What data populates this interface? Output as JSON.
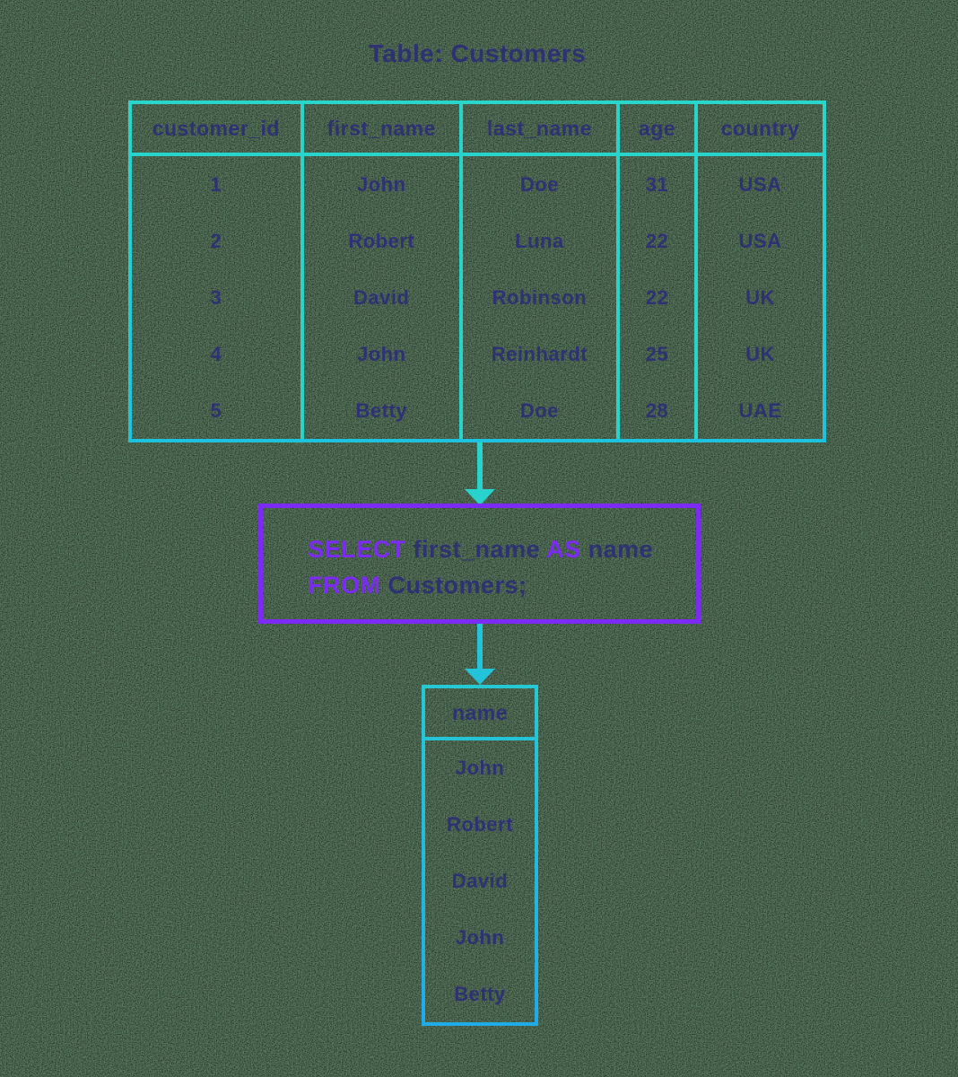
{
  "title": "Table: Customers",
  "customers_table": {
    "columns": [
      "customer_id",
      "first_name",
      "last_name",
      "age",
      "country"
    ],
    "rows": [
      [
        "1",
        "John",
        "Doe",
        "31",
        "USA"
      ],
      [
        "2",
        "Robert",
        "Luna",
        "22",
        "USA"
      ],
      [
        "3",
        "David",
        "Robinson",
        "22",
        "UK"
      ],
      [
        "4",
        "John",
        "Reinhardt",
        "25",
        "UK"
      ],
      [
        "5",
        "Betty",
        "Doe",
        "28",
        "UAE"
      ]
    ]
  },
  "query": {
    "select_kw": "SELECT",
    "select_col": "first_name",
    "as_kw": "AS",
    "alias": "name",
    "from_kw": "FROM",
    "from_table": "Customers;"
  },
  "result_table": {
    "column": "name",
    "values": [
      "John",
      "Robert",
      "David",
      "John",
      "Betty"
    ]
  },
  "colors": {
    "text_navy": "#2e3273",
    "border_turquoise": "#27d3cb",
    "border_blue": "#21aee7",
    "keyword_purple": "#7b2bf3",
    "background_green": "#5e7f64"
  }
}
